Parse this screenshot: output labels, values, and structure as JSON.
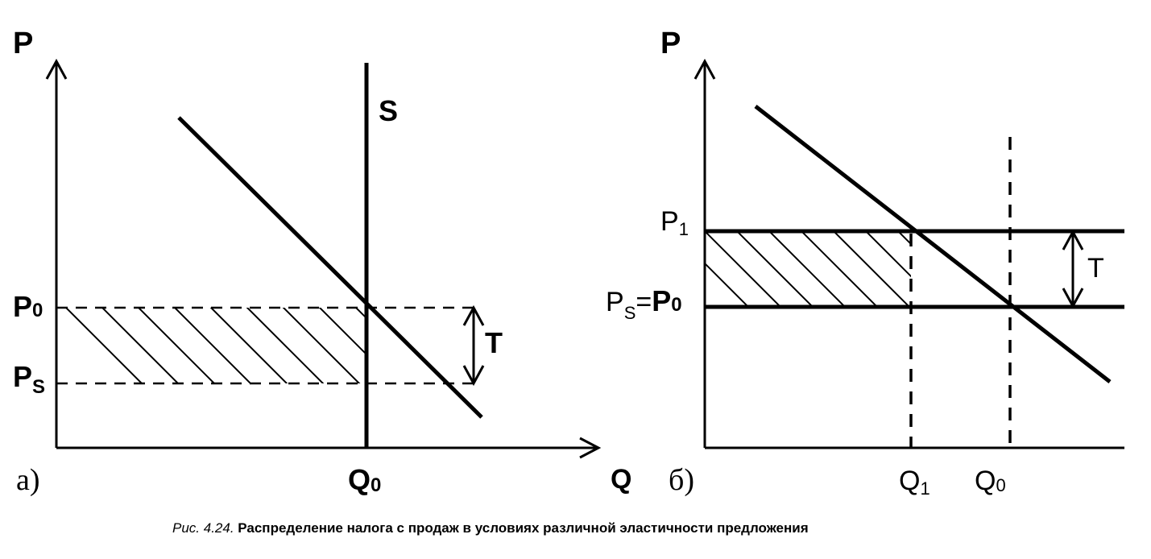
{
  "panel_a": {
    "panel_label": "а)",
    "axis_p": "P",
    "axis_q": "Q",
    "supply_label": "S",
    "p0_main": "P",
    "p0_sub": "0",
    "ps_main": "P",
    "ps_sub": "S",
    "q0_main": "Q",
    "q0_sub": "0",
    "tax_label": "T"
  },
  "panel_b": {
    "panel_label": "б)",
    "axis_p": "P",
    "p1_main": "P",
    "p1_sub": "1",
    "ps_main": "P",
    "ps_sub": "S",
    "equals": "=",
    "p0_main": "P",
    "p0_sub": "0",
    "q1_main": "Q",
    "q1_sub": "1",
    "q0_main": "Q",
    "q0_sub": "0",
    "tax_label": "T"
  },
  "caption": {
    "prefix": "Рис. 4.24.",
    "text": " Распределение налога с продаж в условиях различной эластичности предложения"
  }
}
